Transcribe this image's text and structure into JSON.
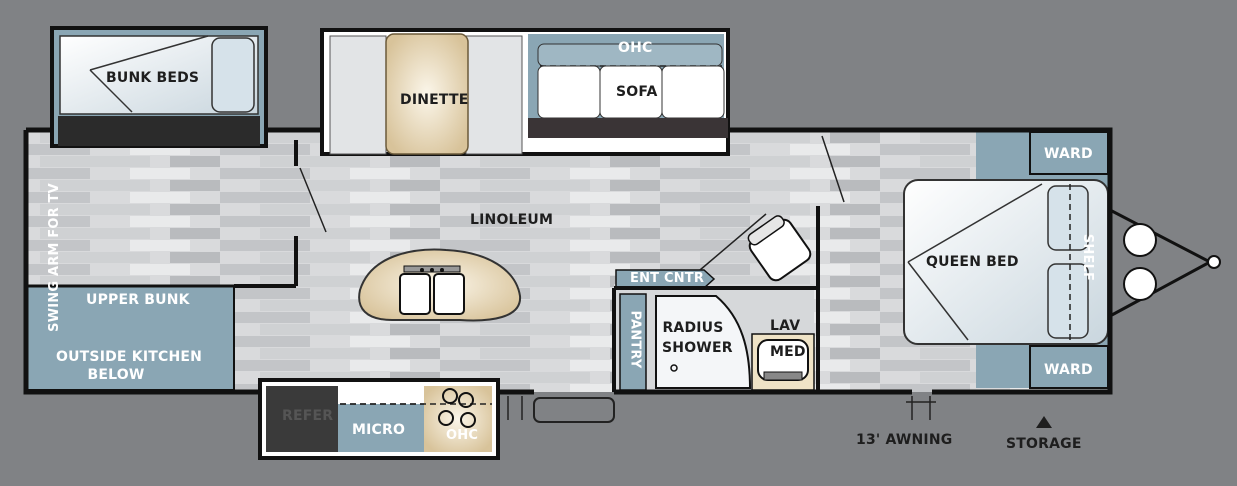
{
  "labels": {
    "bunk_beds": "BUNK BEDS",
    "dinette": "DINETTE",
    "ohc_top": "OHC",
    "sofa": "SOFA",
    "linoleum": "LINOLEUM",
    "swing_arm": "SWING ARM FOR TV",
    "upper_bunk": "UPPER BUNK",
    "outside_kitchen_line1": "OUTSIDE KITCHEN",
    "outside_kitchen_line2": "BELOW",
    "ent_cntr": "ENT CNTR",
    "pantry": "PANTRY",
    "radius_line1": "RADIUS",
    "radius_line2": "SHOWER",
    "lav": "LAV",
    "med": "MED",
    "queen_bed": "QUEEN BED",
    "shelf": "SHELF",
    "ward_top": "WARD",
    "ward_bottom": "WARD",
    "refer": "REFER",
    "micro": "MICRO",
    "ohc_bottom": "OHC",
    "awning": "13' AWNING",
    "storage": "STORAGE"
  },
  "colors": {
    "background": "#808285",
    "floor": "#d8d9db",
    "cabinet_blue": "#8aa6b4",
    "wall": "#111111",
    "furniture_tan": "#efe3c6",
    "bed_white": "#eef3f6"
  }
}
